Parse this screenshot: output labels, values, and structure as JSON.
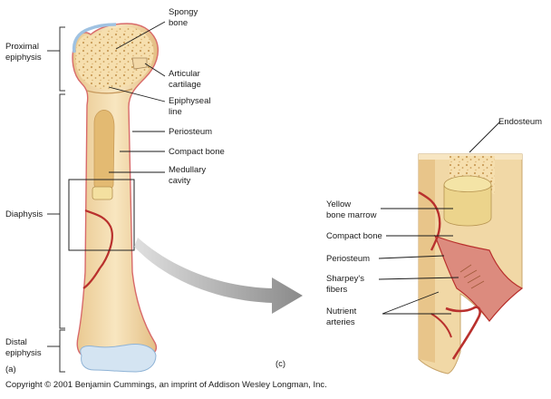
{
  "panel_a_tag": "(a)",
  "panel_c_tag": "(c)",
  "regions": {
    "proximal_epiphysis": [
      "Proximal",
      "epiphysis"
    ],
    "diaphysis": [
      "Diaphysis"
    ],
    "distal_epiphysis": [
      "Distal",
      "epiphysis"
    ]
  },
  "labels_a": {
    "spongy_bone": [
      "Spongy",
      "bone"
    ],
    "articular_cartilage": [
      "Articular",
      "cartilage"
    ],
    "epiphyseal_line": [
      "Epiphyseal",
      "line"
    ],
    "periosteum": [
      "Periosteum"
    ],
    "compact_bone": [
      "Compact bone"
    ],
    "medullary_cavity": [
      "Medullary",
      "cavity"
    ]
  },
  "labels_c": {
    "endosteum": [
      "Endosteum"
    ],
    "yellow_bone_marrow": [
      "Yellow",
      "bone marrow"
    ],
    "compact_bone": [
      "Compact bone"
    ],
    "periosteum": [
      "Periosteum"
    ],
    "sharpeys_fibers": [
      "Sharpey's",
      "fibers"
    ],
    "nutrient_arteries": [
      "Nutrient",
      "arteries"
    ]
  },
  "copyright": "Copyright © 2001 Benjamin Cummings, an imprint of Addison Wesley Longman, Inc.",
  "colors": {
    "bone": "#f3d9a8",
    "bone_light": "#f8e8c4",
    "bone_shade": "#d9b57a",
    "cartilage": "#c6dcef",
    "periosteum": "#cc3b3b",
    "artery": "#b9302d",
    "marrow": "#e4c07a",
    "arrow": "#8c8c8c"
  }
}
